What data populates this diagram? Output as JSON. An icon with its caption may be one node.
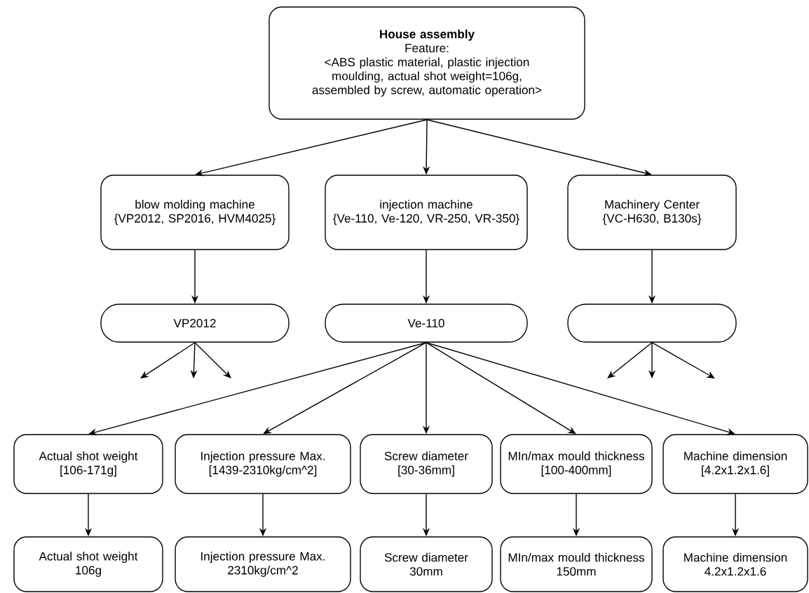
{
  "diagram": {
    "nodes": [
      {
        "text": [
          "House assembly",
          "Feature:",
          "<ABS plastic material, plastic injection moulding, actual shot weight=106g, assembled by screw, automatic operation>"
        ]
      },
      {
        "text": [
          "blow molding machine",
          "{VP2012, SP2016, HVM4025}"
        ]
      },
      {
        "text": [
          "injection machine",
          "{Ve-110, Ve-120, VR-250, VR-350}"
        ]
      },
      {
        "text": [
          "Machinery Center",
          "{VC-H630, B130s}"
        ]
      },
      {
        "text": [
          "VP2012"
        ]
      },
      {
        "text": [
          "Ve-110"
        ]
      },
      {
        "text": [],
        "shape": "box"
      },
      {
        "text": [
          "Actual shot weight",
          "[106-171g]"
        ]
      },
      {
        "text": [
          "Injection pressure Max.",
          "[1439-2310kg/cm^2]"
        ]
      },
      {
        "text": [
          "Screw diameter",
          "[30-36mm]"
        ]
      },
      {
        "text": [
          "MIn/max mould thickness",
          "[100-400mm]"
        ]
      },
      {
        "text": [
          "Machine dimension",
          "[4.2x1.2x1.6]"
        ]
      },
      {
        "text": [
          "Actual shot weight",
          "106g"
        ]
      },
      {
        "text": [
          "Injection pressure Max.",
          "2310kg/cm^2"
        ]
      },
      {
        "text": [
          "Screw diameter",
          "30mm"
        ]
      },
      {
        "text": [
          "MIn/max mould thickness",
          "150mm"
        ]
      },
      {
        "text": [
          "Machine dimension",
          "4.2x1.2x1.6"
        ]
      }
    ],
    "edges": [
      {
        "from": 0,
        "to": 1,
        "arrow": "to"
      },
      {
        "from": 0,
        "to": 2,
        "arrow": "to"
      },
      {
        "from": 0,
        "to": 3,
        "arrow": "to"
      },
      {
        "from": 1,
        "to": 4,
        "arrow": "to"
      },
      {
        "from": 2,
        "to": 5,
        "arrow": "to"
      },
      {
        "from": 3,
        "to": 6,
        "arrow": "to"
      },
      {
        "from": 4,
        "to": null,
        "arrow": "to"
      },
      {
        "from": 4,
        "to": null,
        "arrow": "to"
      },
      {
        "from": 4,
        "to": null,
        "arrow": "to"
      },
      {
        "from": 6,
        "to": null,
        "arrow": "to"
      },
      {
        "from": 6,
        "to": null,
        "arrow": "to"
      },
      {
        "from": 6,
        "to": null,
        "arrow": "to"
      },
      {
        "from": 5,
        "to": 7,
        "arrow": "to"
      },
      {
        "from": 5,
        "to": 8,
        "arrow": "to"
      },
      {
        "from": 5,
        "to": 9,
        "arrow": "to"
      },
      {
        "from": 5,
        "to": 10,
        "arrow": "to"
      },
      {
        "from": 5,
        "to": 11,
        "arrow": "to"
      },
      {
        "from": 7,
        "to": 12,
        "arrow": "to"
      },
      {
        "from": 8,
        "to": 13,
        "arrow": "to"
      },
      {
        "from": 9,
        "to": 14,
        "arrow": "to"
      },
      {
        "from": 10,
        "to": 15,
        "arrow": "to"
      },
      {
        "from": 11,
        "to": 16,
        "arrow": "to"
      }
    ]
  }
}
